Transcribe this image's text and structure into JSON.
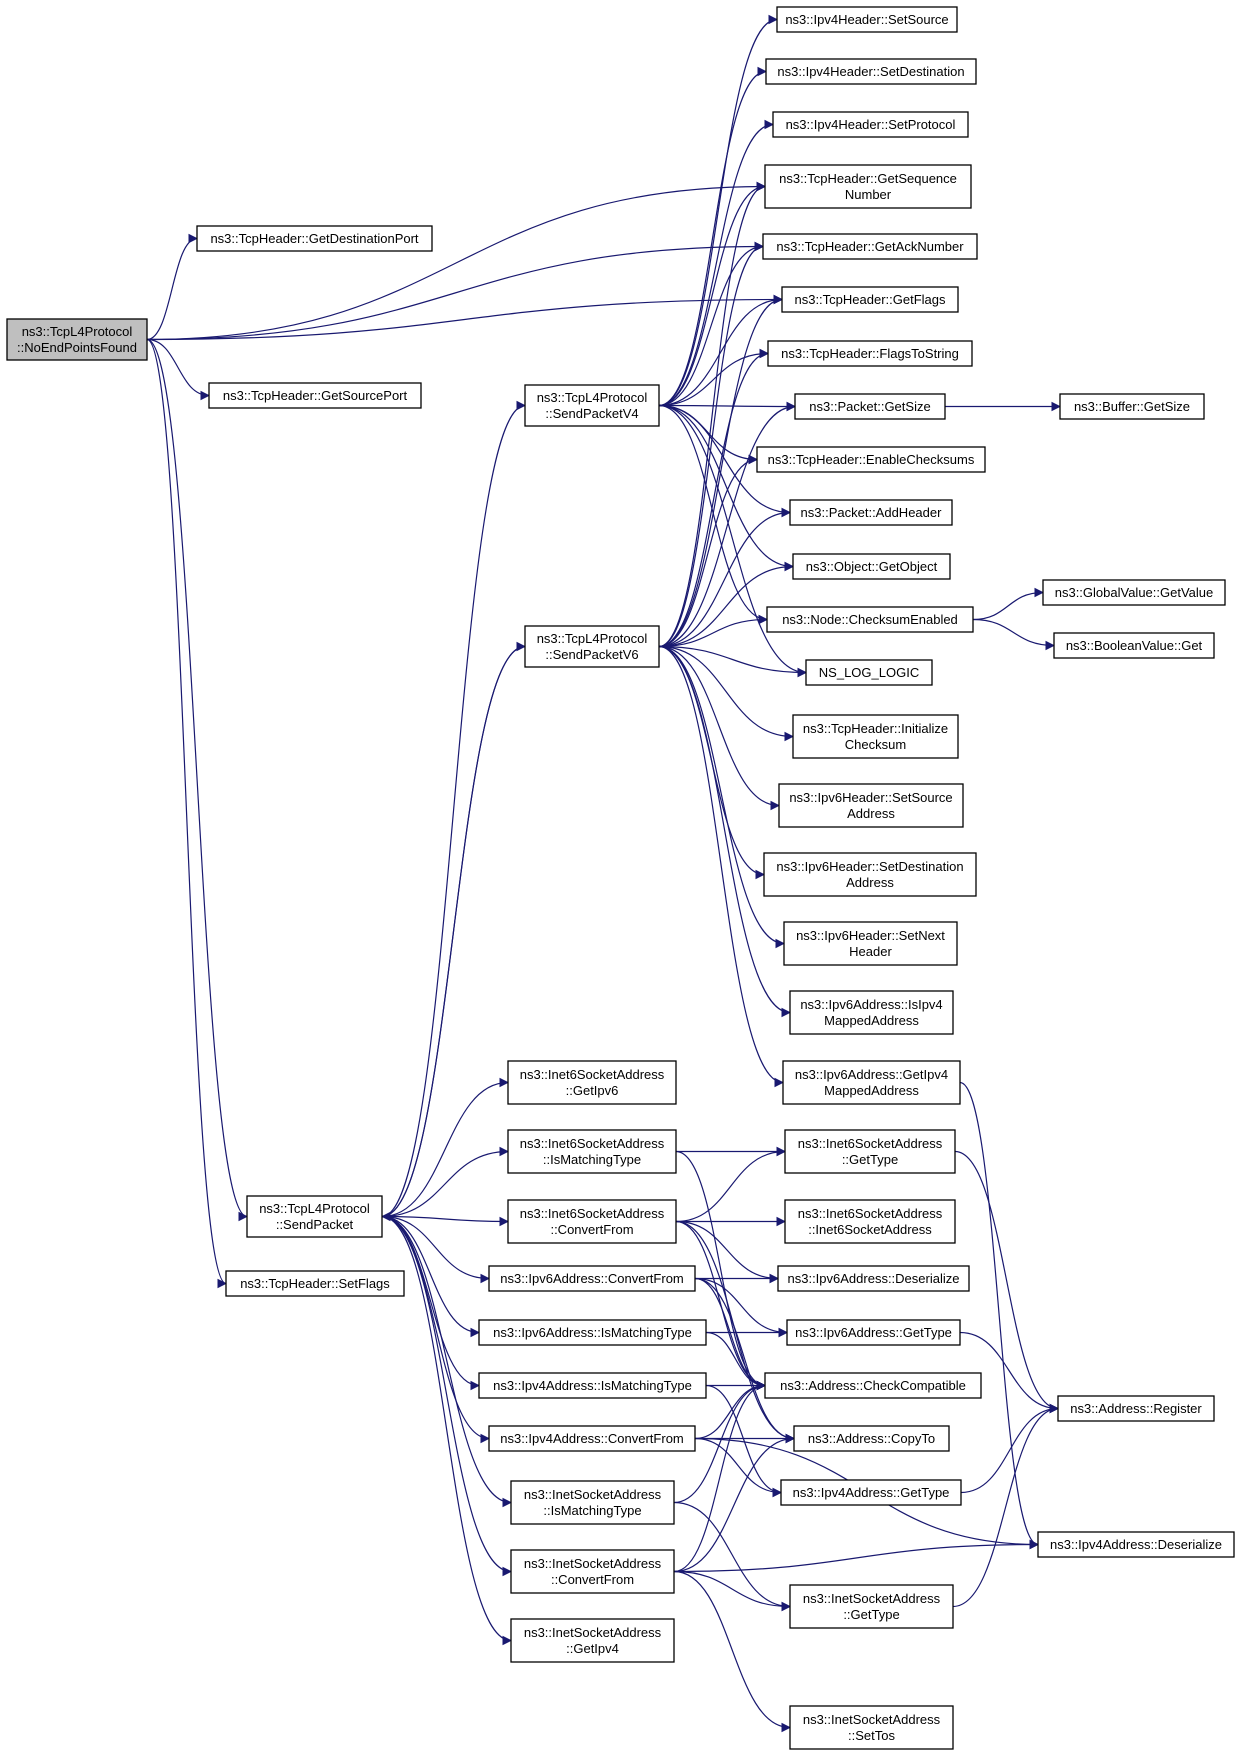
{
  "colors": {
    "edge": "#191970",
    "root_fill": "#bfbfbf",
    "node_fill": "#ffffff",
    "node_border": "#000000",
    "truncated_border": "#ff0000"
  },
  "nodes": [
    {
      "id": "root",
      "lines": [
        "ns3::TcpL4Protocol",
        "::NoEndPointsFound"
      ],
      "style": "root"
    },
    {
      "id": "getDestPort",
      "lines": [
        "ns3::TcpHeader::GetDestinationPort"
      ]
    },
    {
      "id": "getSrcPort",
      "lines": [
        "ns3::TcpHeader::GetSourcePort"
      ]
    },
    {
      "id": "setFlags",
      "lines": [
        "ns3::TcpHeader::SetFlags"
      ]
    },
    {
      "id": "sendPacket",
      "lines": [
        "ns3::TcpL4Protocol",
        "::SendPacket"
      ]
    },
    {
      "id": "sendV4",
      "lines": [
        "ns3::TcpL4Protocol",
        "::SendPacketV4"
      ]
    },
    {
      "id": "sendV6",
      "lines": [
        "ns3::TcpL4Protocol",
        "::SendPacketV6"
      ]
    },
    {
      "id": "ip4SetSource",
      "lines": [
        "ns3::Ipv4Header::SetSource"
      ]
    },
    {
      "id": "ip4SetDest",
      "lines": [
        "ns3::Ipv4Header::SetDestination"
      ]
    },
    {
      "id": "ip4SetProto",
      "lines": [
        "ns3::Ipv4Header::SetProtocol"
      ]
    },
    {
      "id": "getSeq",
      "lines": [
        "ns3::TcpHeader::GetSequence",
        "Number"
      ]
    },
    {
      "id": "getAck",
      "lines": [
        "ns3::TcpHeader::GetAckNumber"
      ]
    },
    {
      "id": "getFlags",
      "lines": [
        "ns3::TcpHeader::GetFlags"
      ]
    },
    {
      "id": "flagsToStr",
      "lines": [
        "ns3::TcpHeader::FlagsToString"
      ]
    },
    {
      "id": "pktGetSize",
      "lines": [
        "ns3::Packet::GetSize"
      ]
    },
    {
      "id": "bufGetSize",
      "lines": [
        "ns3::Buffer::GetSize"
      ]
    },
    {
      "id": "enableCs",
      "lines": [
        "ns3::TcpHeader::EnableChecksums"
      ]
    },
    {
      "id": "addHeader",
      "lines": [
        "ns3::Packet::AddHeader"
      ],
      "style": "truncated"
    },
    {
      "id": "getObject",
      "lines": [
        "ns3::Object::GetObject"
      ],
      "style": "truncated"
    },
    {
      "id": "csEnabled",
      "lines": [
        "ns3::Node::ChecksumEnabled"
      ]
    },
    {
      "id": "gvGetValue",
      "lines": [
        "ns3::GlobalValue::GetValue"
      ],
      "style": "truncated"
    },
    {
      "id": "boolGet",
      "lines": [
        "ns3::BooleanValue::Get"
      ]
    },
    {
      "id": "nsLog",
      "lines": [
        "NS_LOG_LOGIC"
      ]
    },
    {
      "id": "initCs",
      "lines": [
        "ns3::TcpHeader::Initialize",
        "Checksum"
      ]
    },
    {
      "id": "ip6SetSrc",
      "lines": [
        "ns3::Ipv6Header::SetSource",
        "Address"
      ]
    },
    {
      "id": "ip6SetDst",
      "lines": [
        "ns3::Ipv6Header::SetDestination",
        "Address"
      ]
    },
    {
      "id": "ip6SetNext",
      "lines": [
        "ns3::Ipv6Header::SetNext",
        "Header"
      ]
    },
    {
      "id": "isV4Mapped",
      "lines": [
        "ns3::Ipv6Address::IsIpv4",
        "MappedAddress"
      ]
    },
    {
      "id": "getV4Mapped",
      "lines": [
        "ns3::Ipv6Address::GetIpv4",
        "MappedAddress"
      ],
      "style": "truncated"
    },
    {
      "id": "i6sGetIpv6",
      "lines": [
        "ns3::Inet6SocketAddress",
        "::GetIpv6"
      ]
    },
    {
      "id": "i6sIsMatch",
      "lines": [
        "ns3::Inet6SocketAddress",
        "::IsMatchingType"
      ]
    },
    {
      "id": "i6sConv",
      "lines": [
        "ns3::Inet6SocketAddress",
        "::ConvertFrom"
      ]
    },
    {
      "id": "ip6Conv",
      "lines": [
        "ns3::Ipv6Address::ConvertFrom"
      ]
    },
    {
      "id": "ip6IsMatch",
      "lines": [
        "ns3::Ipv6Address::IsMatchingType"
      ]
    },
    {
      "id": "ip4IsMatch",
      "lines": [
        "ns3::Ipv4Address::IsMatchingType"
      ]
    },
    {
      "id": "ip4Conv",
      "lines": [
        "ns3::Ipv4Address::ConvertFrom"
      ]
    },
    {
      "id": "isIsMatch",
      "lines": [
        "ns3::InetSocketAddress",
        "::IsMatchingType"
      ]
    },
    {
      "id": "isConv",
      "lines": [
        "ns3::InetSocketAddress",
        "::ConvertFrom"
      ]
    },
    {
      "id": "isGetIpv4",
      "lines": [
        "ns3::InetSocketAddress",
        "::GetIpv4"
      ]
    },
    {
      "id": "i6sGetType",
      "lines": [
        "ns3::Inet6SocketAddress",
        "::GetType"
      ]
    },
    {
      "id": "i6sCtor",
      "lines": [
        "ns3::Inet6SocketAddress",
        "::Inet6SocketAddress"
      ]
    },
    {
      "id": "ip6Deser",
      "lines": [
        "ns3::Ipv6Address::Deserialize"
      ]
    },
    {
      "id": "ip6GetType",
      "lines": [
        "ns3::Ipv6Address::GetType"
      ]
    },
    {
      "id": "addrCheck",
      "lines": [
        "ns3::Address::CheckCompatible"
      ]
    },
    {
      "id": "addrCopyTo",
      "lines": [
        "ns3::Address::CopyTo"
      ]
    },
    {
      "id": "ip4GetType",
      "lines": [
        "ns3::Ipv4Address::GetType"
      ]
    },
    {
      "id": "isGetType",
      "lines": [
        "ns3::InetSocketAddress",
        "::GetType"
      ]
    },
    {
      "id": "isSetTos",
      "lines": [
        "ns3::InetSocketAddress",
        "::SetTos"
      ]
    },
    {
      "id": "addrRegister",
      "lines": [
        "ns3::Address::Register"
      ]
    },
    {
      "id": "ip4Deser",
      "lines": [
        "ns3::Ipv4Address::Deserialize"
      ]
    }
  ],
  "edges": [
    [
      "root",
      "getSeq"
    ],
    [
      "root",
      "getDestPort"
    ],
    [
      "root",
      "getAck"
    ],
    [
      "root",
      "getFlags"
    ],
    [
      "root",
      "getSrcPort"
    ],
    [
      "root",
      "sendPacket"
    ],
    [
      "root",
      "setFlags"
    ],
    [
      "sendPacket",
      "sendV4"
    ],
    [
      "sendPacket",
      "sendV6"
    ],
    [
      "sendPacket",
      "i6sGetIpv6"
    ],
    [
      "sendPacket",
      "i6sIsMatch"
    ],
    [
      "sendPacket",
      "i6sConv"
    ],
    [
      "sendPacket",
      "ip6Conv"
    ],
    [
      "sendPacket",
      "ip6IsMatch"
    ],
    [
      "sendPacket",
      "ip4IsMatch"
    ],
    [
      "sendPacket",
      "ip4Conv"
    ],
    [
      "sendPacket",
      "isIsMatch"
    ],
    [
      "sendPacket",
      "isConv"
    ],
    [
      "sendPacket",
      "isGetIpv4"
    ],
    [
      "sendV6",
      "sendPacket"
    ],
    [
      "sendV4",
      "ip4SetSource"
    ],
    [
      "sendV4",
      "ip4SetDest"
    ],
    [
      "sendV4",
      "ip4SetProto"
    ],
    [
      "sendV4",
      "getSeq"
    ],
    [
      "sendV4",
      "getAck"
    ],
    [
      "sendV4",
      "getFlags"
    ],
    [
      "sendV4",
      "flagsToStr"
    ],
    [
      "sendV4",
      "pktGetSize"
    ],
    [
      "sendV4",
      "enableCs"
    ],
    [
      "sendV4",
      "addHeader"
    ],
    [
      "sendV4",
      "getObject"
    ],
    [
      "sendV4",
      "csEnabled"
    ],
    [
      "sendV4",
      "nsLog"
    ],
    [
      "sendV6",
      "getSeq"
    ],
    [
      "sendV6",
      "getAck"
    ],
    [
      "sendV6",
      "getFlags"
    ],
    [
      "sendV6",
      "flagsToStr"
    ],
    [
      "sendV6",
      "pktGetSize"
    ],
    [
      "sendV6",
      "enableCs"
    ],
    [
      "sendV6",
      "addHeader"
    ],
    [
      "sendV6",
      "getObject"
    ],
    [
      "sendV6",
      "csEnabled"
    ],
    [
      "sendV6",
      "nsLog"
    ],
    [
      "sendV6",
      "initCs"
    ],
    [
      "sendV6",
      "ip6SetSrc"
    ],
    [
      "sendV6",
      "ip6SetDst"
    ],
    [
      "sendV6",
      "ip6SetNext"
    ],
    [
      "sendV6",
      "isV4Mapped"
    ],
    [
      "sendV6",
      "getV4Mapped"
    ],
    [
      "pktGetSize",
      "bufGetSize"
    ],
    [
      "csEnabled",
      "gvGetValue"
    ],
    [
      "csEnabled",
      "boolGet"
    ],
    [
      "getV4Mapped",
      "ip4Deser"
    ],
    [
      "i6sIsMatch",
      "i6sGetType"
    ],
    [
      "i6sIsMatch",
      "addrCheck"
    ],
    [
      "i6sConv",
      "i6sGetType"
    ],
    [
      "i6sConv",
      "i6sCtor"
    ],
    [
      "i6sConv",
      "ip6Deser"
    ],
    [
      "i6sConv",
      "addrCheck"
    ],
    [
      "i6sConv",
      "addrCopyTo"
    ],
    [
      "ip6Conv",
      "ip6Deser"
    ],
    [
      "ip6Conv",
      "ip6GetType"
    ],
    [
      "ip6Conv",
      "addrCheck"
    ],
    [
      "ip6Conv",
      "addrCopyTo"
    ],
    [
      "ip6IsMatch",
      "ip6GetType"
    ],
    [
      "ip6IsMatch",
      "addrCheck"
    ],
    [
      "ip4IsMatch",
      "addrCheck"
    ],
    [
      "ip4IsMatch",
      "ip4GetType"
    ],
    [
      "ip4Conv",
      "addrCheck"
    ],
    [
      "ip4Conv",
      "addrCopyTo"
    ],
    [
      "ip4Conv",
      "ip4GetType"
    ],
    [
      "ip4Conv",
      "ip4Deser"
    ],
    [
      "isIsMatch",
      "addrCheck"
    ],
    [
      "isIsMatch",
      "isGetType"
    ],
    [
      "isConv",
      "addrCheck"
    ],
    [
      "isConv",
      "addrCopyTo"
    ],
    [
      "isConv",
      "isGetType"
    ],
    [
      "isConv",
      "isSetTos"
    ],
    [
      "isConv",
      "ip4Deser"
    ],
    [
      "i6sGetType",
      "addrRegister"
    ],
    [
      "ip6GetType",
      "addrRegister"
    ],
    [
      "ip4GetType",
      "addrRegister"
    ],
    [
      "isGetType",
      "addrRegister"
    ]
  ]
}
